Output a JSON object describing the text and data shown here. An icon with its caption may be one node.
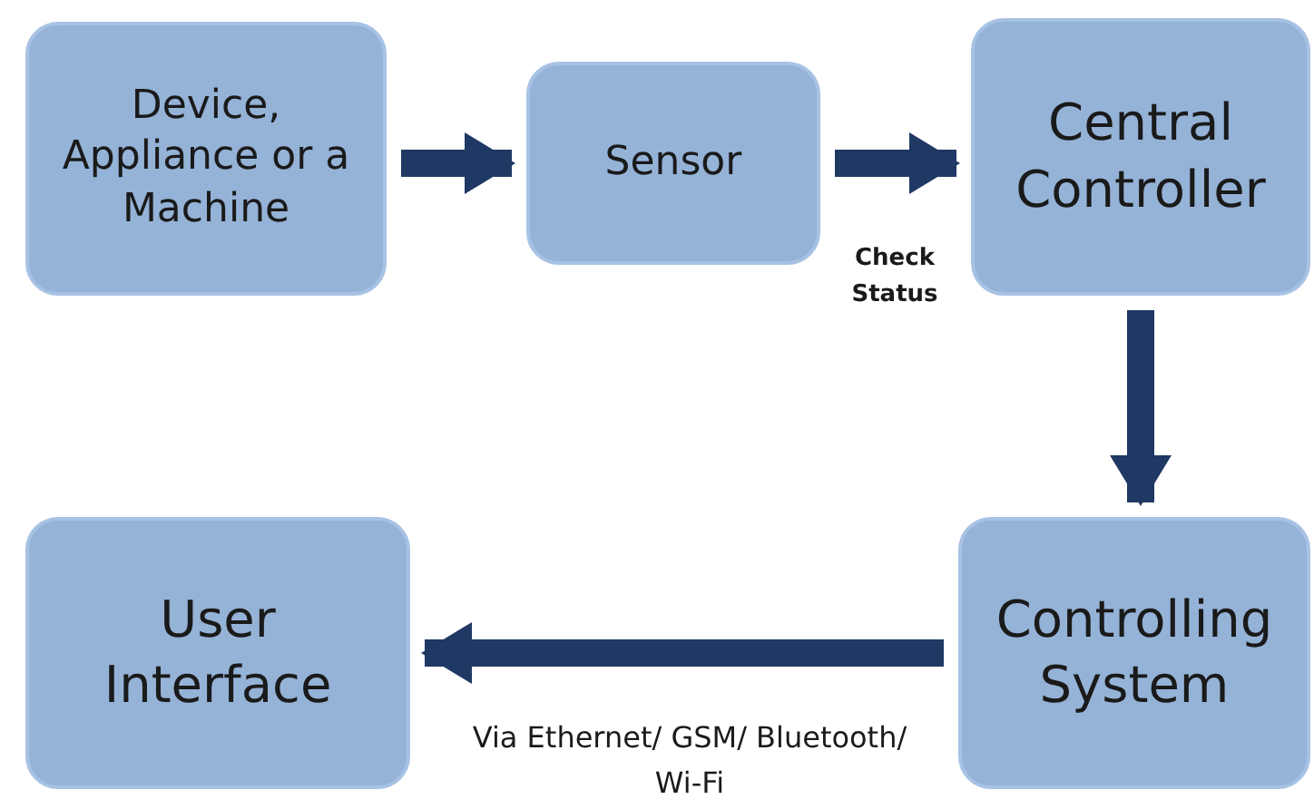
{
  "diagram": {
    "nodes": [
      {
        "text": [
          "Device, Appliance or a Machine"
        ]
      },
      {
        "text": [
          "Sensor"
        ]
      },
      {
        "text": [
          "Central Controller"
        ]
      },
      {
        "text": [
          "User Interface"
        ]
      },
      {
        "text": [
          "Controlling System"
        ]
      }
    ],
    "edges": [
      {
        "from": 0,
        "to": 1,
        "arrow": "to"
      },
      {
        "from": 1,
        "to": 2,
        "arrow": "to",
        "label": "Check Status"
      },
      {
        "from": 2,
        "to": 4,
        "arrow": "to"
      },
      {
        "from": 4,
        "to": 3,
        "arrow": "to",
        "label": "Via Ethernet/ GSM/ Bluetooth/ Wi-Fi"
      }
    ]
  }
}
